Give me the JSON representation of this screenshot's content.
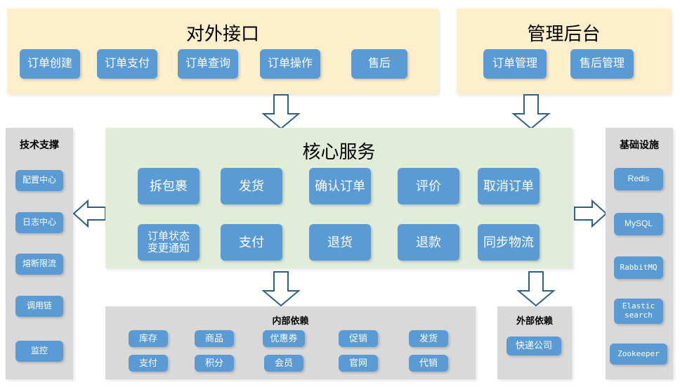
{
  "theme": {
    "cream": "#FDEECC",
    "green": "#E2EDD9",
    "gray": "#D9D9D9",
    "chip_blue": "#5B9BD5",
    "arrow_stroke": "#2E5F8A",
    "arrow_fill": "#FFFFFF"
  },
  "external_api": {
    "title": "对外接口",
    "items": [
      {
        "label": "订单创建"
      },
      {
        "label": "订单支付"
      },
      {
        "label": "订单查询"
      },
      {
        "label": "订单操作"
      },
      {
        "label": "售后"
      }
    ]
  },
  "admin_console": {
    "title": "管理后台",
    "items": [
      {
        "label": "订单管理"
      },
      {
        "label": "售后管理"
      }
    ]
  },
  "tech_support": {
    "title": "技术支撑",
    "items": [
      {
        "label": "配置中心"
      },
      {
        "label": "日志中心"
      },
      {
        "label": "熔断限流"
      },
      {
        "label": "调用链"
      },
      {
        "label": "监控"
      }
    ]
  },
  "infrastructure": {
    "title": "基础设施",
    "items": [
      {
        "label": "Redis"
      },
      {
        "label": "MySQL"
      },
      {
        "label": "RabbitMQ"
      },
      {
        "label": "Elastic\nsearch"
      },
      {
        "label": "Zookeeper"
      }
    ]
  },
  "core_service": {
    "title": "核心服务",
    "row1": [
      {
        "label": "拆包裹"
      },
      {
        "label": "发货"
      },
      {
        "label": "确认订单"
      },
      {
        "label": "评价"
      },
      {
        "label": "取消订单"
      }
    ],
    "row2": [
      {
        "label": "订单状态\n变更通知"
      },
      {
        "label": "支付"
      },
      {
        "label": "退货"
      },
      {
        "label": "退款"
      },
      {
        "label": "同步物流"
      }
    ]
  },
  "internal_dependencies": {
    "title": "内部依赖",
    "row1": [
      {
        "label": "库存"
      },
      {
        "label": "商品"
      },
      {
        "label": "优惠券"
      },
      {
        "label": "促销"
      },
      {
        "label": "发货"
      }
    ],
    "row2": [
      {
        "label": "支付"
      },
      {
        "label": "积分"
      },
      {
        "label": "会员"
      },
      {
        "label": "官网"
      },
      {
        "label": "代销"
      }
    ]
  },
  "external_dependencies": {
    "title": "外部依赖",
    "items": [
      {
        "label": "快递公司"
      }
    ]
  },
  "arrows": [
    {
      "name": "arrow-external-api-to-core",
      "direction": "down"
    },
    {
      "name": "arrow-admin-console-to-core",
      "direction": "down"
    },
    {
      "name": "arrow-core-to-tech-support",
      "direction": "left"
    },
    {
      "name": "arrow-core-to-infrastructure",
      "direction": "right"
    },
    {
      "name": "arrow-core-to-internal-dependencies",
      "direction": "down"
    },
    {
      "name": "arrow-core-to-external-dependencies",
      "direction": "down"
    }
  ]
}
